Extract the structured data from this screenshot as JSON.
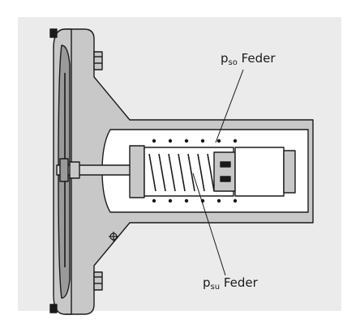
{
  "labels": {
    "upper": {
      "p": "p",
      "sub": "so",
      "text": " Feder"
    },
    "lower": {
      "p": "p",
      "sub": "su",
      "text": " Feder"
    }
  },
  "colors": {
    "background": "#ebebeb",
    "metal": "#c8c8c8",
    "dark": "#1a1a1a",
    "cavity": "#ffffff"
  }
}
